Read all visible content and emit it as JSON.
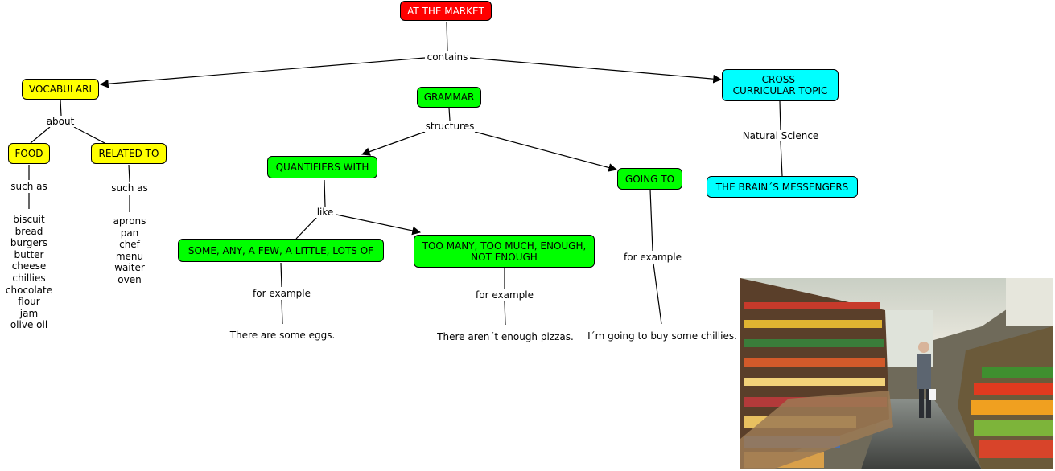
{
  "nodes": {
    "root": "AT THE MARKET",
    "vocab": "VOCABULARI",
    "grammar": "GRAMMAR",
    "cross": "CROSS-CURRICULAR TOPIC",
    "food": "FOOD",
    "related": "RELATED TO",
    "quantifiers": "QUANTIFIERS WITH",
    "going": "GOING TO",
    "brain": "THE BRAIN´S MESSENGERS",
    "some_any": "SOME, ANY, A FEW, A LITTLE, LOTS OF",
    "too_many": "TOO MANY, TOO MUCH, ENOUGH, NOT ENOUGH"
  },
  "links": {
    "contains": "contains",
    "about": "about",
    "structures": "structures",
    "natural_science": "Natural Science",
    "such_as_1": "such as",
    "such_as_2": "such as",
    "like": "like",
    "for_example_1": "for example",
    "for_example_2": "for example",
    "for_example_3": "for example"
  },
  "examples": {
    "eggs": "There are some eggs.",
    "pizzas": "There aren´t enough pizzas.",
    "chillies": "I´m going to buy some chillies."
  },
  "lists": {
    "food": [
      "biscuit",
      "bread",
      "burgers",
      "butter",
      "cheese",
      "chillies",
      "chocolate",
      "flour",
      "jam",
      "olive oil"
    ],
    "related": [
      "aprons",
      "pan",
      "chef",
      "menu",
      "waiter",
      "oven"
    ]
  },
  "colors": {
    "root": "#ff0000",
    "vocabulary": "#ffff00",
    "grammar": "#00ff00",
    "cross": "#00ffff"
  }
}
